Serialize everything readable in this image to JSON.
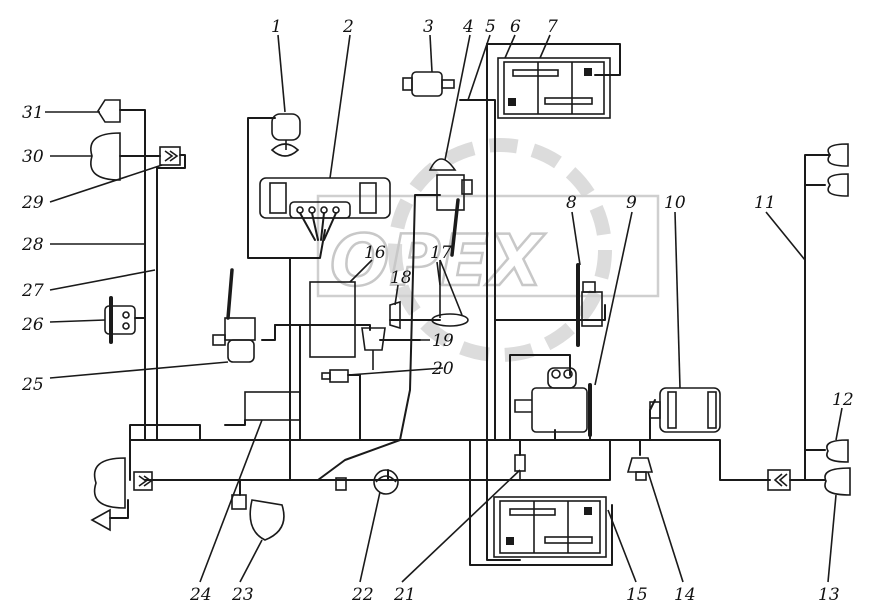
{
  "watermark": "OPEX",
  "callouts": [
    "1",
    "2",
    "3",
    "4",
    "5",
    "6",
    "7",
    "8",
    "9",
    "10",
    "11",
    "12",
    "13",
    "14",
    "15",
    "16",
    "17",
    "18",
    "19",
    "20",
    "21",
    "22",
    "23",
    "24",
    "25",
    "26",
    "27",
    "28",
    "29",
    "30",
    "31"
  ]
}
